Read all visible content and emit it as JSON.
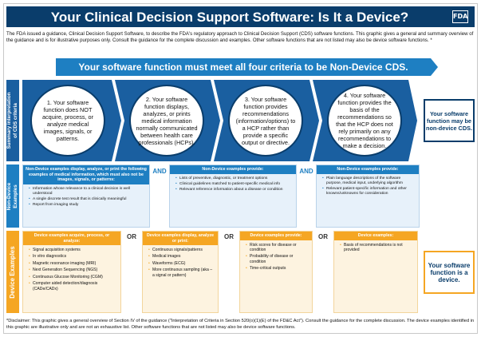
{
  "title": "Your Clinical Decision Support Software: Is It a Device?",
  "logo": "FDA",
  "intro": "The FDA issued a guidance, Clinical Decision Support Software, to describe the FDA's regulatory approach to Clinical Decision Support (CDS) software functions. This graphic gives a general and summary overview of the guidance and is for illustrative purposes only. Consult the guidance for the complete discussion and examples. Other software functions that are not listed may also be device software functions. *",
  "banner": "Your software function must meet all four criteria to be Non-Device CDS.",
  "side_labels": {
    "summary": "Summary interpretation\nof CDS criteria",
    "nondevice": "Non-Device\nExamples",
    "device": "Device Examples"
  },
  "criteria": [
    {
      "text": "1. Your software function does NOT acquire, process, or analyze medical images, signals, or patterns."
    },
    {
      "text": "2. Your software function displays, analyzes, or prints medical information normally communicated between health care professionals (HCPs)."
    },
    {
      "text": "3. Your software function provides recommendations (information/options) to a HCP rather than provide a specific output or directive."
    },
    {
      "text": "4. Your software function provides the basis of the recommendations so that the HCP does not rely primarily on any recommendations to make a decision."
    }
  ],
  "result_nondevice": "Your software function may be non-device CDS.",
  "result_device": "Your software function is a device.",
  "connectors": {
    "and": "AND",
    "or": "OR"
  },
  "nondevice_examples": [
    {
      "heading": "Non-Device examples display, analyze, or print the following examples of medical information, which must also not be images, signals, or patterns:",
      "items": [
        "Information whose relevance to a clinical decision is well understood",
        "A single discrete test result that is clinically meaningful",
        "Report from imaging study"
      ]
    },
    {
      "heading": "Non-Device examples provide:",
      "items": [
        "Lists of preventive, diagnostic, or treatment options",
        "Clinical guidelines matched to patient-specific medical info",
        "Relevant reference information about a disease or condition"
      ]
    },
    {
      "heading": "Non-Device examples provide:",
      "items": [
        "Plain language descriptions of the software purpose, medical input, underlying algorithm",
        "Relevant patient-specific information and other knowns/unknowns for consideration"
      ]
    }
  ],
  "device_examples": [
    {
      "heading": "Device examples acquire, process, or analyze:",
      "items": [
        "Signal acquisition systems",
        "In vitro diagnostics",
        "Magnetic resonance imaging (MRI)",
        "Next Generation Sequencing (NGS)",
        "Continuous Glucose Monitoring (CGM)",
        "Computer aided detection/diagnosis (CADe/CADx)"
      ]
    },
    {
      "heading": "Device examples display, analyze or print:",
      "items": [
        "Continuous signals/patterns",
        "Medical images",
        "Waveforms (ECG)",
        "More continuous sampling (aka – a signal or pattern)"
      ]
    },
    {
      "heading": "Device examples provide:",
      "items": [
        "Risk scores for disease or condition",
        "Probability of disease or condition",
        "Time-critical outputs"
      ]
    },
    {
      "heading": "Device examples:",
      "items": [
        "Basis of recommendations is not provided"
      ]
    }
  ],
  "disclaimer": "*Disclaimer: This graphic gives a general overview of Section IV of the guidance (\"Interpretation of Criteria in Section 520(o)(1)(E) of the FD&C Act\"). Consult the guidance for the complete discussion. The device examples identified in this graphic are illustrative only and are not an exhaustive list. Other software functions that are not listed may also be device software functions."
}
